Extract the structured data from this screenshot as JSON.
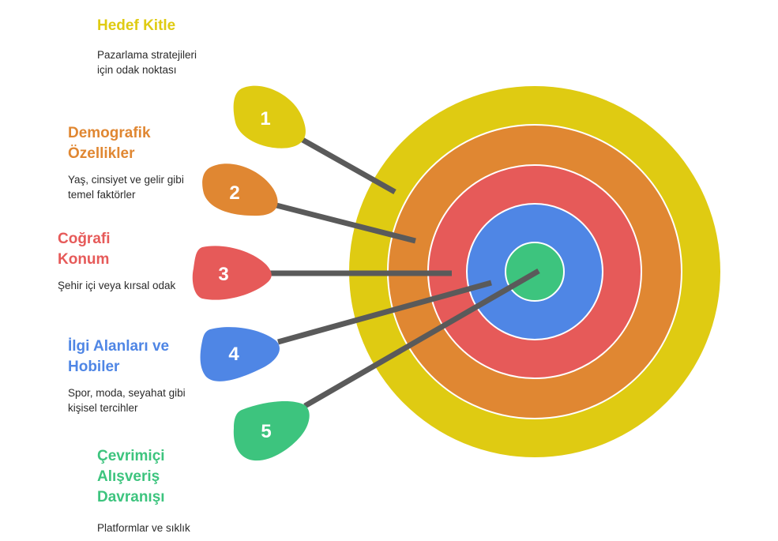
{
  "items": [
    {
      "number": "1",
      "title": "Hedef Kitle",
      "description": "Pazarlama stratejileri için odak noktası",
      "color": "#DFCB12"
    },
    {
      "number": "2",
      "title": "Demografik Özellikler",
      "description": "Yaş, cinsiyet ve gelir gibi temel faktörler",
      "color": "#E08732"
    },
    {
      "number": "3",
      "title": "Coğrafi Konum",
      "description": "Şehir içi veya kırsal odak",
      "color": "#E65A59"
    },
    {
      "number": "4",
      "title": "İlgi Alanları ve Hobiler",
      "description": "Spor, moda, seyahat gibi kişisel tercihler",
      "color": "#4F86E5"
    },
    {
      "number": "5",
      "title": "Çevrimiçi Alışveriş Davranışı",
      "description": "Platformlar ve sıklık",
      "color": "#3DC47E"
    }
  ],
  "arrow_color": "#5A5A5A"
}
